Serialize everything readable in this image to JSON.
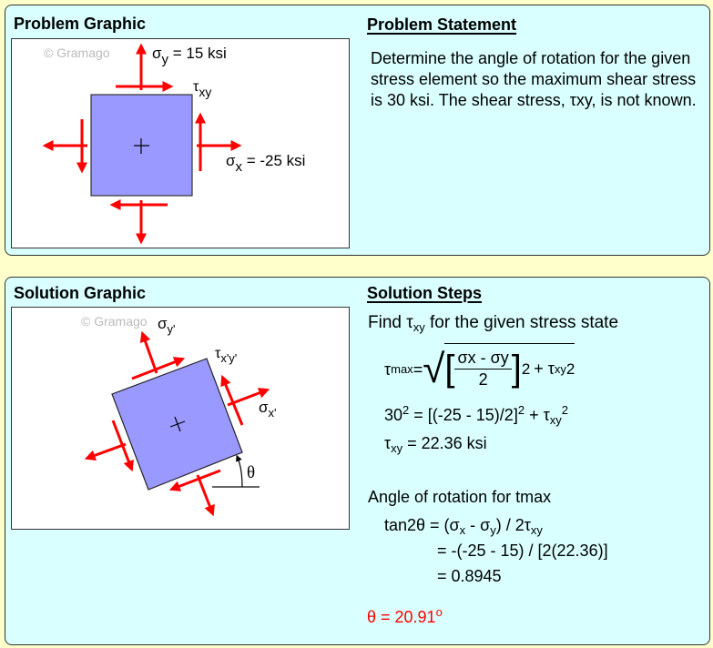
{
  "problem": {
    "graphic_title": "Problem Graphic",
    "statement_title": "Problem Statement",
    "statement_text": "Determine the angle of rotation for the given stress element so the maximum shear stress is 30 ksi. The shear stress, τxy, is not known.",
    "watermark": "© Gramago",
    "sigma_y_label": "σ",
    "sigma_y_sub": "y",
    "sigma_y_value": " = 15 ksi",
    "tau_label": "τ",
    "tau_sub": "xy",
    "sigma_x_label": "σ",
    "sigma_x_sub": "x",
    "sigma_x_value": " = -25 ksi"
  },
  "solution": {
    "graphic_title": "Solution Graphic",
    "steps_title": "Solution Steps",
    "watermark": "© Gramago",
    "sigma_y_label": "σ",
    "sigma_y_sub": "y'",
    "tau_label": "τ",
    "tau_sub": "x'y'",
    "sigma_x_label": "σ",
    "sigma_x_sub": "x'",
    "theta_label": "θ",
    "step1_intro": "Find τ",
    "step1_intro_sub": "xy",
    "step1_intro_rest": " for the given stress state",
    "eq1_lhs": "τ",
    "eq1_lhs_sub": "max",
    "eq_eq": " =",
    "eq1_num": "σx - σy",
    "eq1_den": "2",
    "eq1_sq": "2",
    "eq1_plus": "+ τ",
    "eq1_plus_sub": "xy",
    "eq1_plus_sup": "2",
    "eq2_a": "30",
    "eq2_a_sup": "2",
    "eq2_b": " = [(-25 - 15)/2]",
    "eq2_b_sup": "2",
    "eq2_c": " + τ",
    "eq2_c_sub": "xy",
    "eq2_c_sup": "2",
    "eq3_a": "τ",
    "eq3_a_sub": "xy",
    "eq3_b": " = 22.36 ksi",
    "step2_intro": "Angle of rotation for tmax",
    "eq4_a": "tan2θ = (σ",
    "eq4_sub1": "x",
    "eq4_b": " - σ",
    "eq4_sub2": "y",
    "eq4_c": ") / 2τ",
    "eq4_sub3": "xy",
    "eq5": "= -(-25 - 15) / [2(22.36)]",
    "eq6": "= 0.8945",
    "result": "θ = 20.91",
    "result_sup": "o"
  },
  "colors": {
    "background": "#FFFFCC",
    "panel": "#D9FFFF",
    "element": "#9999FF",
    "arrow": "#FF0000",
    "result": "#FF0000"
  }
}
